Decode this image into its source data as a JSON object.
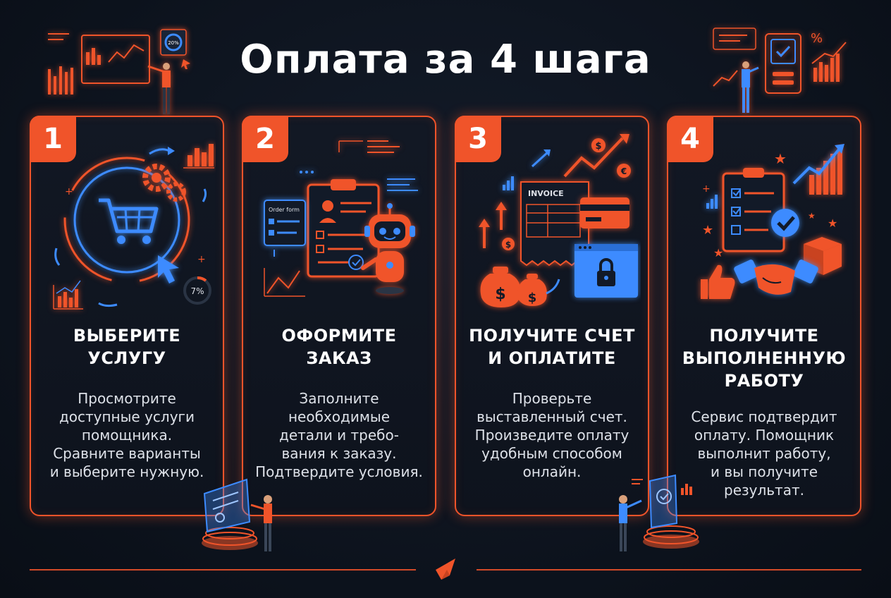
{
  "title": "Оплата за 4 шага",
  "colors": {
    "accent": "#f0542a",
    "blue": "#3d8bff",
    "background": "#0c121c"
  },
  "steps": [
    {
      "number": "1",
      "title_lines": [
        "ВЫБЕРИТЕ",
        "УСЛУГУ"
      ],
      "desc_lines": [
        "Просмотрите",
        "доступные услуги",
        "помощника.",
        "Сравните варианты",
        "и выберите нужную."
      ],
      "icons": [
        "shopping-cart-icon",
        "gears-icon",
        "cursor-icon",
        "bar-chart-icon"
      ],
      "percent_label": "7%"
    },
    {
      "number": "2",
      "title_lines": [
        "ОФОРМИТЕ",
        "ЗАКАЗ"
      ],
      "desc_lines": [
        "Заполните",
        "необходимые",
        "детали и требо-",
        "вания к заказу.",
        "Подтвердите условия."
      ],
      "icons": [
        "clipboard-icon",
        "robot-icon",
        "order-form-icon"
      ],
      "form_label": "Order form"
    },
    {
      "number": "3",
      "title_lines": [
        "ПОЛУЧИТЕ СЧЕТ",
        "И ОПЛАТИТЕ"
      ],
      "desc_lines": [
        "Проверьте",
        "выставленный счет.",
        "Произведите оплату",
        "удобным способом",
        "онлайн."
      ],
      "icons": [
        "invoice-icon",
        "credit-card-icon",
        "lock-icon",
        "money-bag-icon"
      ],
      "invoice_label": "INVOICE"
    },
    {
      "number": "4",
      "title_lines": [
        "ПОЛУЧИТЕ",
        "ВЫПОЛНЕННУЮ",
        "РАБОТУ"
      ],
      "desc_lines": [
        "Сервис подтвердит",
        "оплату. Помощник",
        "выполнит работу,",
        "и вы получите",
        "результат."
      ],
      "icons": [
        "checklist-icon",
        "handshake-icon",
        "checkmark-icon",
        "box-icon",
        "thumbs-up-icon"
      ]
    }
  ],
  "top_left_badge": "20%",
  "top_right_badge": "%"
}
